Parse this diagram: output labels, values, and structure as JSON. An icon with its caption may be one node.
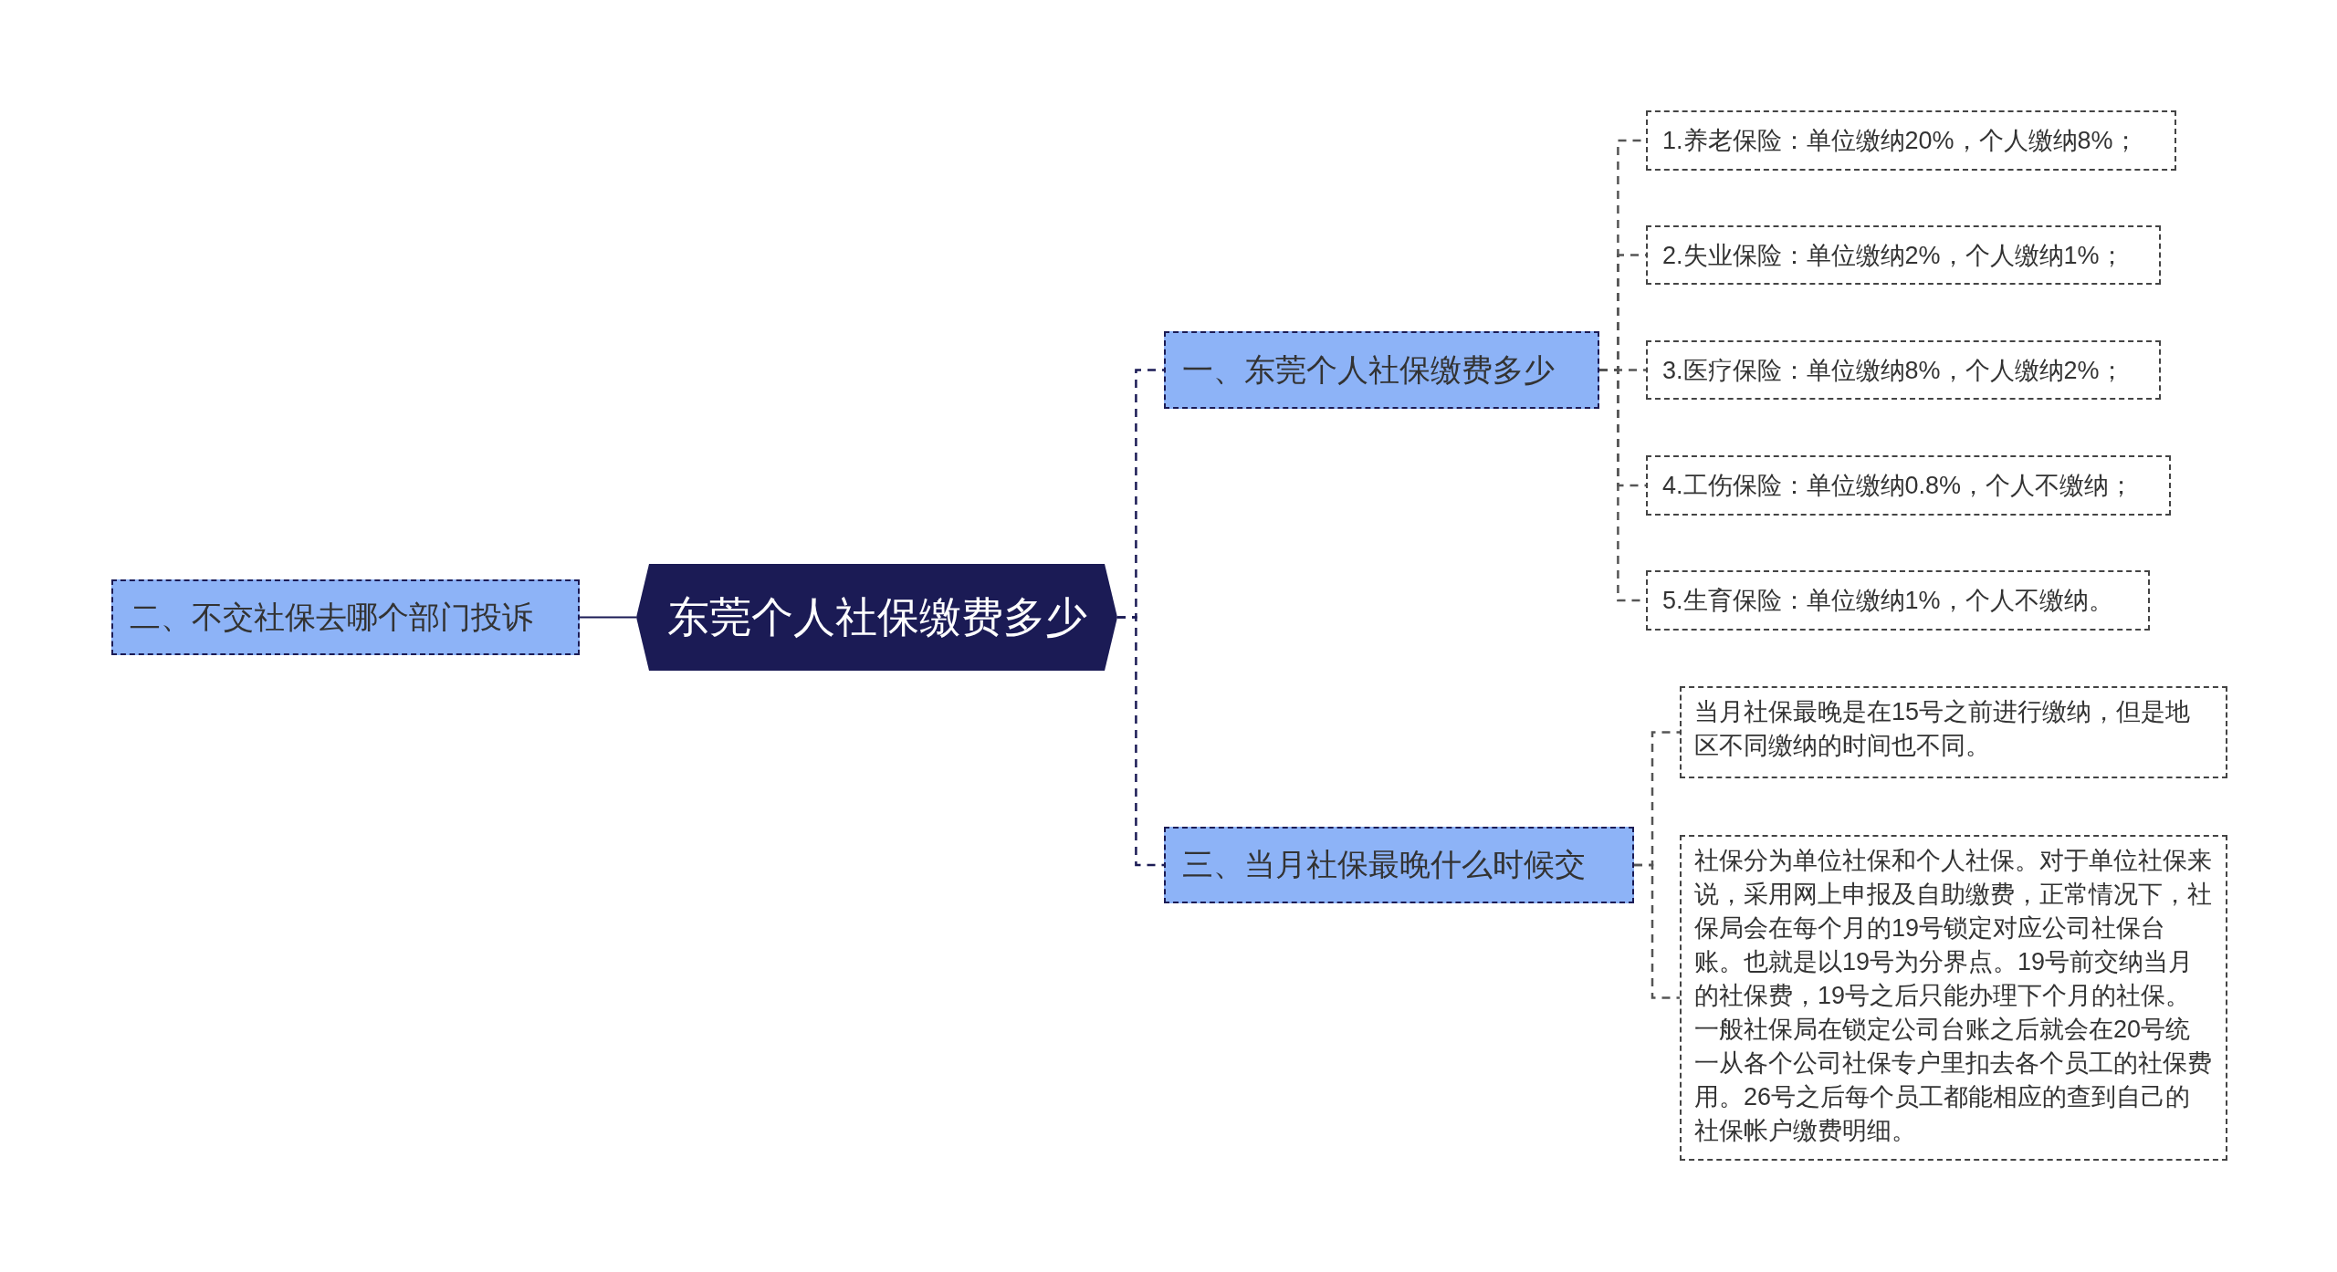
{
  "diagram": {
    "nodes": [
      {
        "text": [
          "东莞个人社保缴费多少"
        ]
      },
      {
        "text": [
          "二、不交社保去哪个部门投诉"
        ]
      },
      {
        "text": [
          "一、东莞个人社保缴费多少"
        ]
      },
      {
        "text": [
          "1.养老保险：单位缴纳20%，个人缴纳8%；"
        ]
      },
      {
        "text": [
          "2.失业保险：单位缴纳2%，个人缴纳1%；"
        ]
      },
      {
        "text": [
          "3.医疗保险：单位缴纳8%，个人缴纳2%；"
        ]
      },
      {
        "text": [
          "4.工伤保险：单位缴纳0.8%，个人不缴纳；"
        ]
      },
      {
        "text": [
          "5.生育保险：单位缴纳1%，个人不缴纳。"
        ]
      },
      {
        "text": [
          "三、当月社保最晚什么时候交"
        ]
      },
      {
        "text": [
          "当月社保最晚是在15号之前进行缴纳，但是地区不同缴纳的时间也不同。"
        ]
      },
      {
        "text": [
          "社保分为单位社保和个人社保。对于单位社保来说，采用网上申报及自助缴费，正常情况下，社保局会在每个月的19号锁定对应公司社保台账。也就是以19号为分界点。19号前交纳当月的社保费，19号之后只能办理下个月的社保。一般社保局在锁定公司台账之后就会在20号统一从各个公司社保专户里扣去各个员工的社保费用。26号之后每个员工都能相应的查到自己的社保帐户缴费明细。"
        ]
      }
    ],
    "edges": [
      {
        "from": 0,
        "to": 1,
        "arrow": "none",
        "color": "#1b1b55"
      },
      {
        "from": 0,
        "to": 2,
        "arrow": "none",
        "style": "dashed",
        "color": "#1b1b55"
      },
      {
        "from": 0,
        "to": 8,
        "arrow": "none",
        "style": "dashed",
        "color": "#1b1b55"
      },
      {
        "from": 2,
        "to": 3,
        "arrow": "none",
        "style": "dashed"
      },
      {
        "from": 2,
        "to": 4,
        "arrow": "none",
        "style": "dashed"
      },
      {
        "from": 2,
        "to": 5,
        "arrow": "none",
        "style": "dashed"
      },
      {
        "from": 2,
        "to": 6,
        "arrow": "none",
        "style": "dashed"
      },
      {
        "from": 2,
        "to": 7,
        "arrow": "none",
        "style": "dashed"
      },
      {
        "from": 8,
        "to": 9,
        "arrow": "none",
        "style": "dashed"
      },
      {
        "from": 8,
        "to": 10,
        "arrow": "none",
        "style": "dashed"
      }
    ]
  }
}
